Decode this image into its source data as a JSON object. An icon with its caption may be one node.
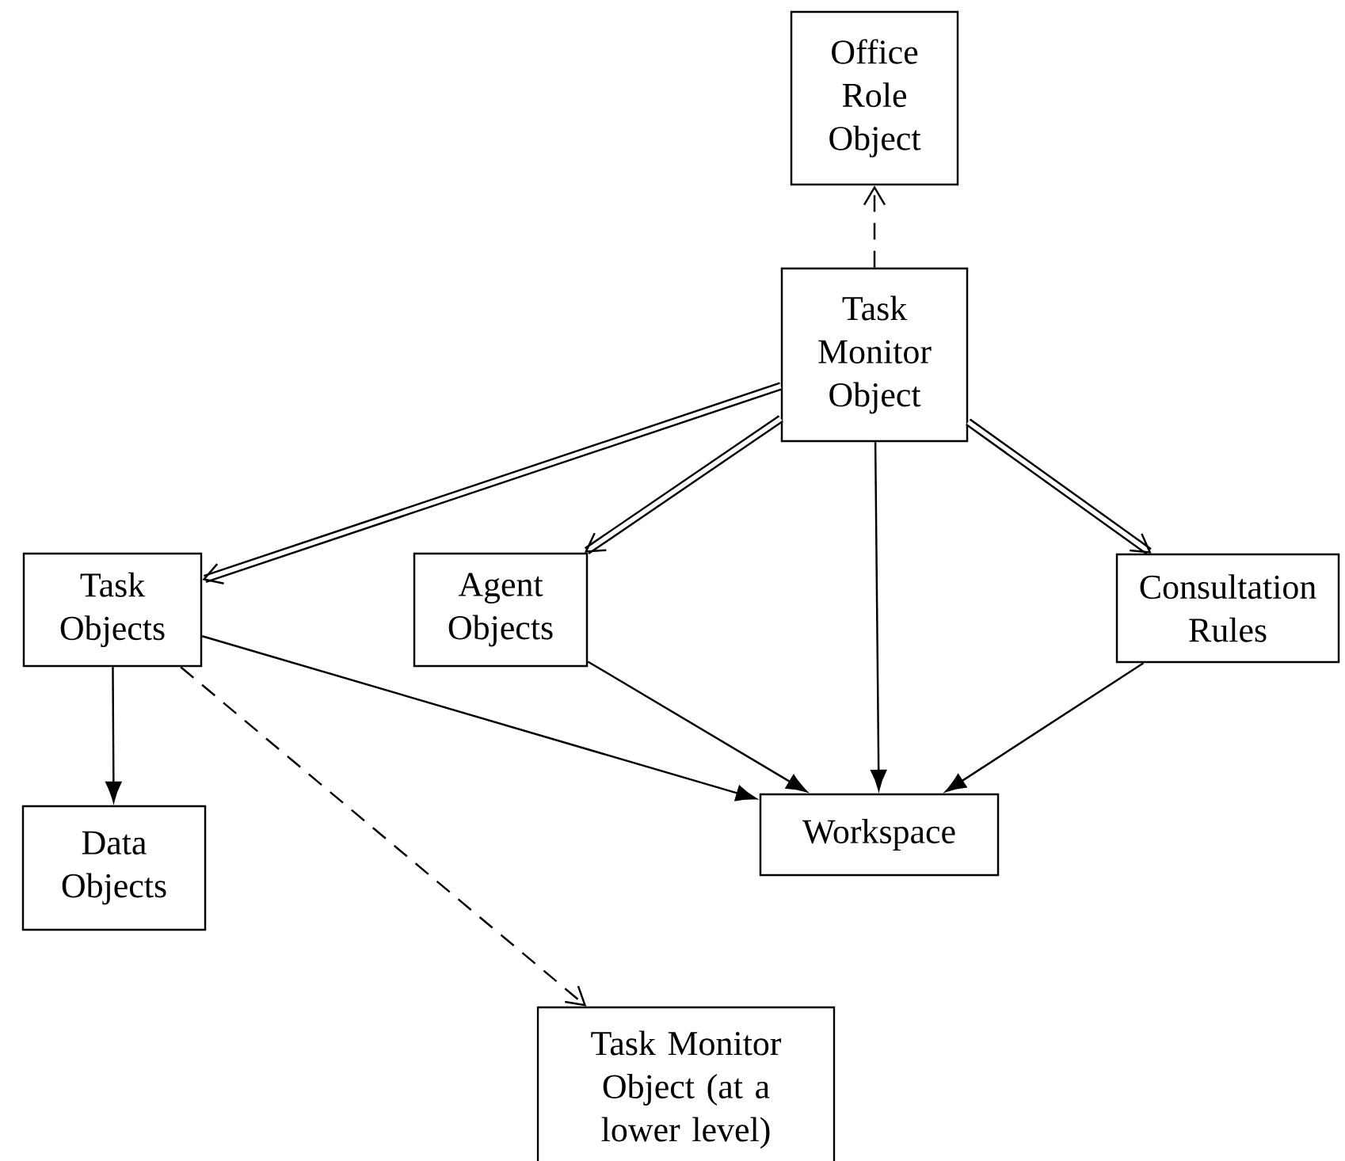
{
  "diagram": {
    "nodes": [
      {
        "text": [
          "Office Role Object"
        ]
      },
      {
        "text": [
          "Task Monitor Object"
        ]
      },
      {
        "text": [
          "Task Objects"
        ]
      },
      {
        "text": [
          "Agent Objects"
        ]
      },
      {
        "text": [
          "Consultation Rules"
        ]
      },
      {
        "text": [
          "Workspace"
        ]
      },
      {
        "text": [
          "Data Objects"
        ]
      },
      {
        "text": [
          "Task Monitor Object (at a lower level)"
        ]
      }
    ],
    "edges": [
      {
        "from": 1,
        "to": 0,
        "arrow": "to",
        "style": "dashed"
      },
      {
        "from": 1,
        "to": 2,
        "arrow": "to",
        "style": "thick"
      },
      {
        "from": 1,
        "to": 3,
        "arrow": "to",
        "style": "thick"
      },
      {
        "from": 1,
        "to": 4,
        "arrow": "to",
        "style": "thick"
      },
      {
        "from": 1,
        "to": 5,
        "arrow": "to"
      },
      {
        "from": 3,
        "to": 5,
        "arrow": "to"
      },
      {
        "from": 4,
        "to": 5,
        "arrow": "to"
      },
      {
        "from": 2,
        "to": 5,
        "arrow": "to"
      },
      {
        "from": 2,
        "to": 6,
        "arrow": "to"
      },
      {
        "from": 2,
        "to": 7,
        "arrow": "to",
        "style": "dashed"
      }
    ]
  }
}
